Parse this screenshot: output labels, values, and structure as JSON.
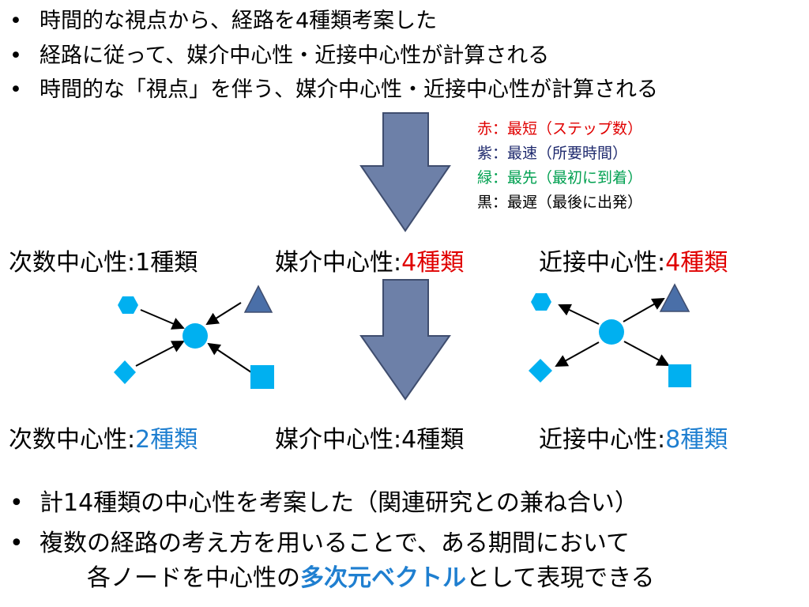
{
  "top_bullets": [
    "時間的な視点から、経路を4種類考案した",
    "経路に従って、媒介中心性・近接中心性が計算される",
    "時間的な「視点」を伴う、媒介中心性・近接中心性が計算される"
  ],
  "bullet_marker": "•",
  "legend": [
    {
      "prefix": "赤：",
      "text": "最短（ステップ数）",
      "color": "#e00000"
    },
    {
      "prefix": "紫：",
      "text": "最速（所要時間）",
      "color": "#1f2a6e"
    },
    {
      "prefix": "緑：",
      "text": "最先（最初に到着）",
      "color": "#00a050"
    },
    {
      "prefix": "黒：",
      "text": "最遅（最後に出発）",
      "color": "#000000"
    }
  ],
  "row1": {
    "degree_label": "次数中心性:",
    "degree_value": "1種類",
    "betweenness_label": "媒介中心性:",
    "betweenness_value": "4種類",
    "closeness_label": "近接中心性:",
    "closeness_value": "4種類"
  },
  "row2": {
    "degree_label": "次数中心性:",
    "degree_value": "2種類",
    "betweenness_label": "媒介中心性:",
    "betweenness_value": "4種類",
    "closeness_label": "近接中心性:",
    "closeness_value": "8種類"
  },
  "bottom_bullets": {
    "b1": "計14種類の中心性を考案した（関連研究との兼ね合い）",
    "b2": "複数の経路の考え方を用いることで、ある期間において",
    "b3_pre": "各ノードを中心性の",
    "b3_highlight": "多次元ベクトル",
    "b3_post": "として表現できる"
  },
  "colors": {
    "arrow_fill": "#6d80a8",
    "arrow_stroke": "#3f4d6e",
    "node_light": "#00b0f0",
    "node_dark": "#4a6fa8",
    "red": "#e00000",
    "blue": "#1f7fd0"
  }
}
